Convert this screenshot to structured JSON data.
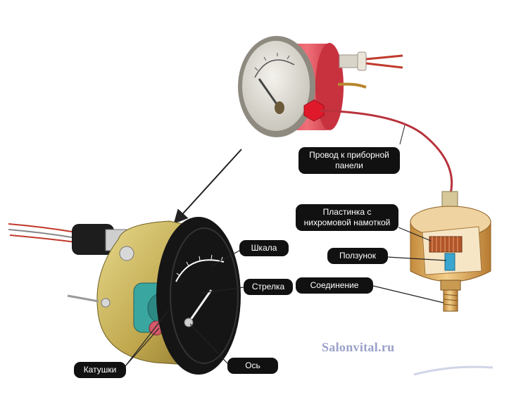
{
  "labels": {
    "wire": [
      "Провод к приборной",
      "панели"
    ],
    "plate": [
      "Пластинка с",
      "нихромовой намоткой"
    ],
    "slider": "Ползунок",
    "connection": "Соединение",
    "scale": "Шкала",
    "needle": "Стрелка",
    "axis": "Ось",
    "coils": "Катушки"
  },
  "watermark": "Salonvital.ru",
  "colors": {
    "label_bg": "#111111",
    "label_text": "#ffffff",
    "gauge_red": "#e8505a",
    "gauge_body_gold": "#c9b35a",
    "sensor_brass": "#d9a85c",
    "wire_red": "#c0392b",
    "coil_teal": "#3aa6a0",
    "watermark": "#9aa0c8"
  }
}
